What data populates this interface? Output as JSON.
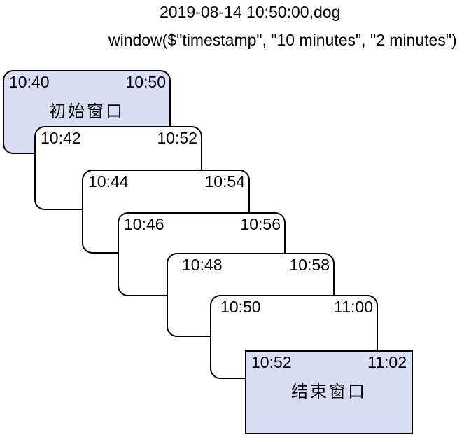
{
  "header": {
    "event": "2019-08-14 10:50:00,dog",
    "expression": "window($\"timestamp\", \"10 minutes\", \"2 minutes\")"
  },
  "colors": {
    "highlight_fill": "#d8def3",
    "window_fill": "#ffffff",
    "border": "#000000",
    "text": "#000000",
    "background": "#ffffff"
  },
  "windows": [
    {
      "start": "10:40",
      "end": "10:50",
      "caption": "初始窗口",
      "highlighted": true
    },
    {
      "start": "10:42",
      "end": "10:52",
      "highlighted": false
    },
    {
      "start": "10:44",
      "end": "10:54",
      "highlighted": false
    },
    {
      "start": "10:46",
      "end": "10:56",
      "highlighted": false
    },
    {
      "start": "10:48",
      "end": "10:58",
      "highlighted": false
    },
    {
      "start": "10:50",
      "end": "11:00",
      "highlighted": false
    },
    {
      "start": "10:52",
      "end": "11:02",
      "caption": "结束窗口",
      "highlighted": true
    }
  ]
}
